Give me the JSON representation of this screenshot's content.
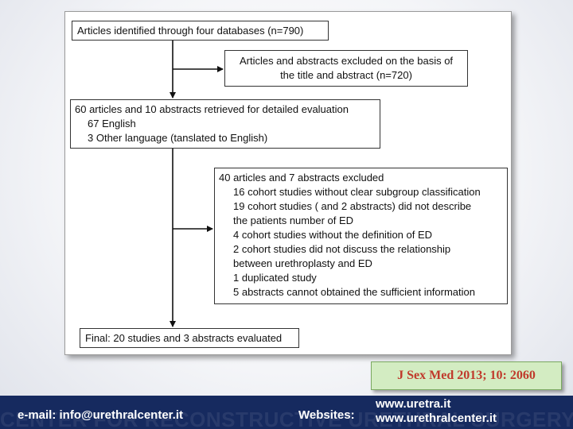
{
  "flowchart": {
    "box1": "Articles identified through four databases (n=790)",
    "box2_line1": "Articles and abstracts excluded on the basis of",
    "box2_line2": "the title and abstract (n=720)",
    "box3_line1": "60 articles and 10 abstracts retrieved for detailed evaluation",
    "box3_line2": "67 English",
    "box3_line3": "3  Other language (tanslated  to English)",
    "box4_title": "40 articles and 7 abstracts excluded",
    "box4_items": [
      "16 cohort studies without clear subgroup classification",
      "19 cohort studies ( and 2 abstracts) did not describe",
      "the patients number of ED",
      "4 cohort studies without the definition of ED",
      "2 cohort studies did not  discuss the relationship",
      "between urethroplasty and ED",
      "1  duplicated study",
      "5 abstracts cannot obtained the sufficient information"
    ],
    "box5": "Final: 20 studies and 3 abstracts evaluated"
  },
  "citation": "J Sex Med 2013; 10: 2060",
  "footer": {
    "email": "e-mail: info@urethralcenter.it",
    "websites_label": "Websites:",
    "websites": [
      "www.uretra.it",
      "www.urethralcenter.it"
    ],
    "watermark": "CENTER FOR RECONSTRUCTIVE URETHRAL SURGERY"
  }
}
